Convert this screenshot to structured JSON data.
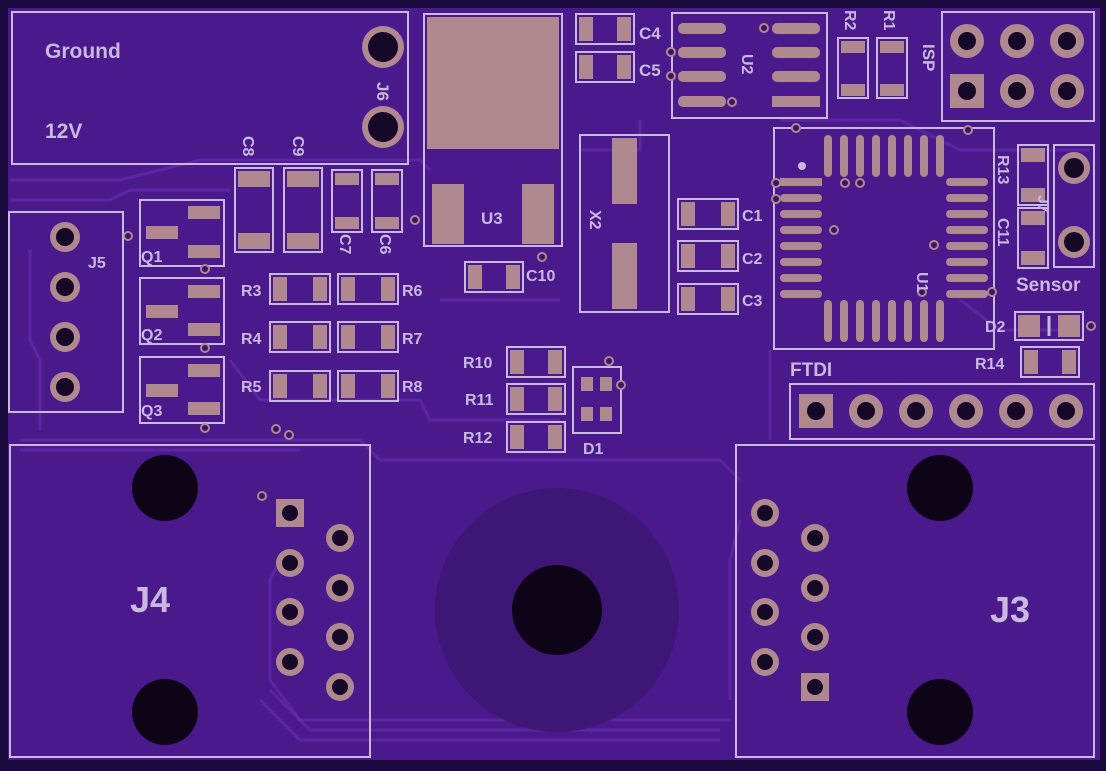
{
  "colors": {
    "board": "#4a1a8c",
    "edge": "#1a0a3e",
    "copper": "#b08890",
    "silkscreen": "#c9b8e0",
    "mount": "#3e1676"
  },
  "labels": {
    "power": {
      "ground": "Ground",
      "v12": "12V",
      "j6": "J6"
    },
    "u3": "U3",
    "c4": "C4",
    "c5": "C5",
    "u2": "U2",
    "r2": "R2",
    "r1": "R1",
    "isp": "ISP",
    "c8": "C8",
    "c9": "C9",
    "c7": "C7",
    "c6": "C6",
    "q1": "Q1",
    "q2": "Q2",
    "q3": "Q3",
    "j5": "J5",
    "r3": "R3",
    "r4": "R4",
    "r5": "R5",
    "r6": "R6",
    "r7": "R7",
    "r8": "R8",
    "c10": "C10",
    "x2": "X2",
    "c1": "C1",
    "c2": "C2",
    "c3": "C3",
    "u1": "U1",
    "r13": "R13",
    "c11": "C11",
    "j7": "J7",
    "sensor": "Sensor",
    "d2": "D2",
    "r14": "R14",
    "ftdi": "FTDI",
    "r10": "R10",
    "r11": "R11",
    "r12": "R12",
    "d1": "D1",
    "j4": "J4",
    "j3": "J3"
  }
}
